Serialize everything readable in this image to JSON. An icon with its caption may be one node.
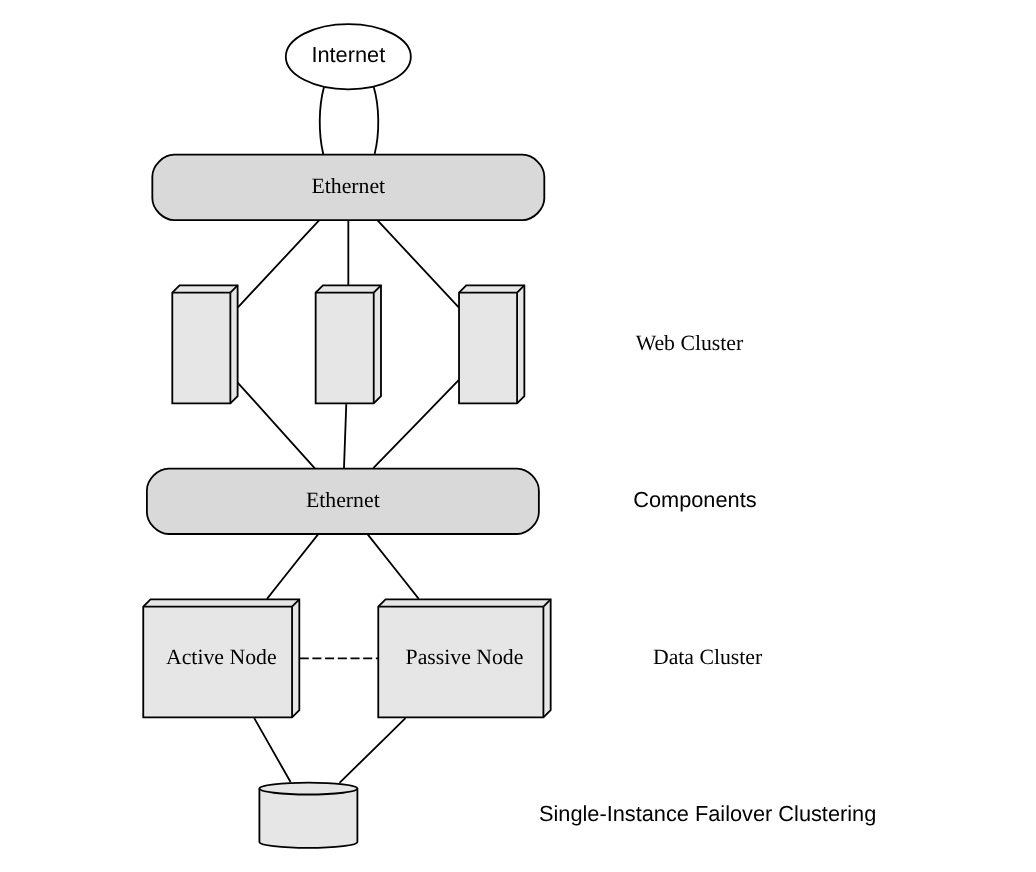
{
  "diagram": {
    "nodes": [
      {
        "text": [
          "Internet"
        ]
      },
      {
        "text": [
          "Ethernet"
        ]
      },
      {
        "text": [],
        "shape": "box"
      },
      {
        "text": [],
        "shape": "box"
      },
      {
        "text": [],
        "shape": "box"
      },
      {
        "text": [
          "Ethernet"
        ]
      },
      {
        "text": [
          "Active Node"
        ]
      },
      {
        "text": [
          "Passive Node"
        ]
      },
      {
        "text": [],
        "shape": "cylinder"
      }
    ],
    "edges": [
      {
        "from": 0,
        "to": 1,
        "arrow": "none"
      },
      {
        "from": 0,
        "to": 1,
        "arrow": "none"
      },
      {
        "from": 1,
        "to": 2,
        "arrow": "none"
      },
      {
        "from": 1,
        "to": 3,
        "arrow": "none"
      },
      {
        "from": 1,
        "to": 4,
        "arrow": "none"
      },
      {
        "from": 2,
        "to": 5,
        "arrow": "none"
      },
      {
        "from": 3,
        "to": 5,
        "arrow": "none"
      },
      {
        "from": 4,
        "to": 5,
        "arrow": "none"
      },
      {
        "from": 5,
        "to": 6,
        "arrow": "none"
      },
      {
        "from": 5,
        "to": 7,
        "arrow": "none"
      },
      {
        "from": 6,
        "to": 7,
        "arrow": "none",
        "style": "dashed"
      },
      {
        "from": 6,
        "to": 8,
        "arrow": "none"
      },
      {
        "from": 7,
        "to": 8,
        "arrow": "none"
      }
    ],
    "labels": [
      "Web Cluster",
      "Components",
      "Data Cluster",
      "Single-Instance Failover Clustering"
    ]
  }
}
